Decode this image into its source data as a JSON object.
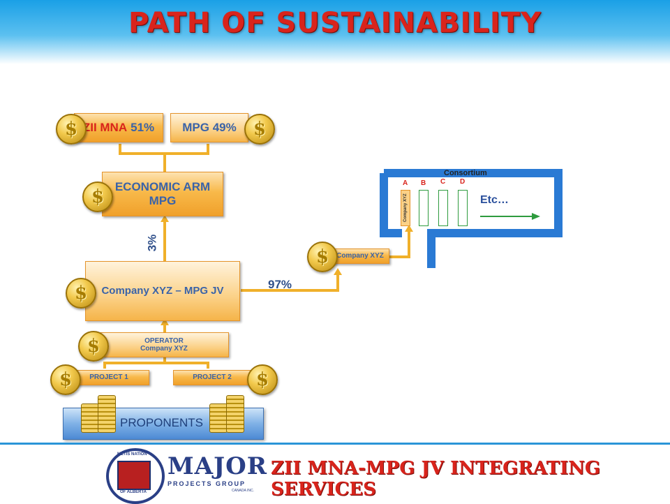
{
  "header": {
    "title": "PATH OF SUSTAINABILITY"
  },
  "ownership": {
    "zii_name": "ZII MNA",
    "zii_pct": "51%",
    "mpg_label": "MPG  49%"
  },
  "economic_arm": {
    "line1": "ECONOMIC ARM",
    "line2": "MPG"
  },
  "jv": {
    "label": "Company XYZ – MPG JV",
    "share_up": "3%",
    "share_right": "97%"
  },
  "company_right": {
    "label": "Company XYZ"
  },
  "consortium": {
    "title": "Consortium",
    "slots": [
      "A",
      "B",
      "C",
      "D"
    ],
    "first_slot_text": "Company XYZ",
    "etc": "Etc…"
  },
  "operator": {
    "line1": "OPERATOR",
    "line2": "Company XYZ"
  },
  "projects": [
    {
      "name": "PROJECT 1"
    },
    {
      "name": "PROJECT 2"
    }
  ],
  "proponents": {
    "label": "PROPONENTS"
  },
  "coin_symbol": "$",
  "footer": {
    "title": "ZII MNA-MPG JV INTEGRATING SERVICES",
    "metis_top": "MÉTIS NATION",
    "metis_bottom": "OF ALBERTA",
    "major_word": "MAJOR",
    "major_sub": "PROJECTS GROUP",
    "major_sub2": "CANADA INC."
  },
  "colors": {
    "accent_orange": "#f8b94a",
    "title_red": "#d9241c",
    "blue": "#2a95d8",
    "green": "#2e9b3e"
  }
}
